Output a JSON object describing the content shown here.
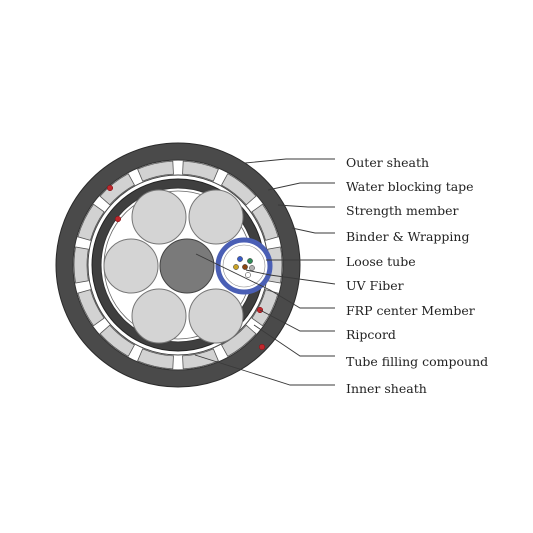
{
  "diagram": {
    "labels": [
      "Outer sheath",
      "Water blocking tape",
      "Strength member",
      "Binder & Wrapping",
      "Loose tube",
      "UV Fiber",
      "FRP center Member",
      "Ripcord",
      "Tube filling compound",
      "Inner sheath"
    ]
  },
  "colors": {
    "outer_sheath": "#4a4a4a",
    "inner_sheath": "#3f3f3f",
    "strength_member": "#d2d2d2",
    "filler_rod": "#d4d4d4",
    "center_member": "#7a7a7a",
    "loose_tube_ring": "#4a5fb5",
    "ripcord": "#c0282d",
    "fiber_colors": [
      "#3a5bc7",
      "#2e8b57",
      "#c9a227",
      "#8b4513",
      "#b0b0b0",
      "#c0282d"
    ]
  }
}
